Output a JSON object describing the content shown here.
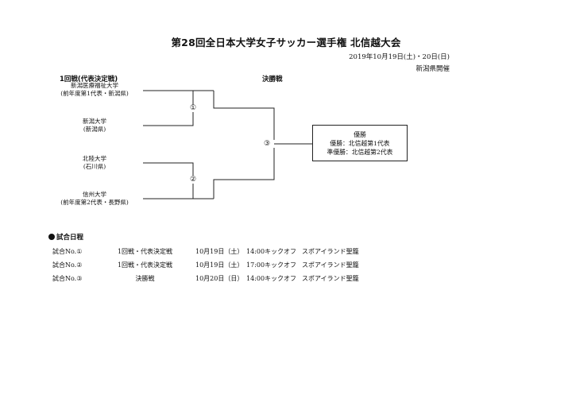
{
  "title": "第28回全日本大学女子サッカー選手権 北信越大会",
  "date": "2019年10月19日(土)・20日(日)",
  "venue": "新潟県開催",
  "round1_label": "1回戦(代表決定戦)",
  "final_label": "決勝戦",
  "teams": [
    {
      "name": "新潟医療福祉大学",
      "note": "(前年度第1代表・新潟県)"
    },
    {
      "name": "新潟大学",
      "note": "(新潟県)"
    },
    {
      "name": "北陸大学",
      "note": "(石川県)"
    },
    {
      "name": "信州大学",
      "note": "(前年度第2代表・長野県)"
    }
  ],
  "match_marks": [
    "①",
    "②",
    "③"
  ],
  "result": {
    "heading": "優勝",
    "winner": "優勝：北信越第1代表",
    "runner_up": "準優勝：北信越第2代表"
  },
  "schedule": {
    "heading": "試合日程",
    "rows": [
      {
        "no": "試合No.①",
        "round": "1回戦・代表決定戦",
        "date": "10月19日（土）",
        "time": "14:00キックオフ",
        "venue": "スポアイランド聖籠"
      },
      {
        "no": "試合No.②",
        "round": "1回戦・代表決定戦",
        "date": "10月19日（土）",
        "time": "17:00キックオフ",
        "venue": "スポアイランド聖籠"
      },
      {
        "no": "試合No.③",
        "round": "決勝戦",
        "date": "10月20日（日）",
        "time": "14:00キックオフ",
        "venue": "スポアイランド聖籠"
      }
    ]
  }
}
